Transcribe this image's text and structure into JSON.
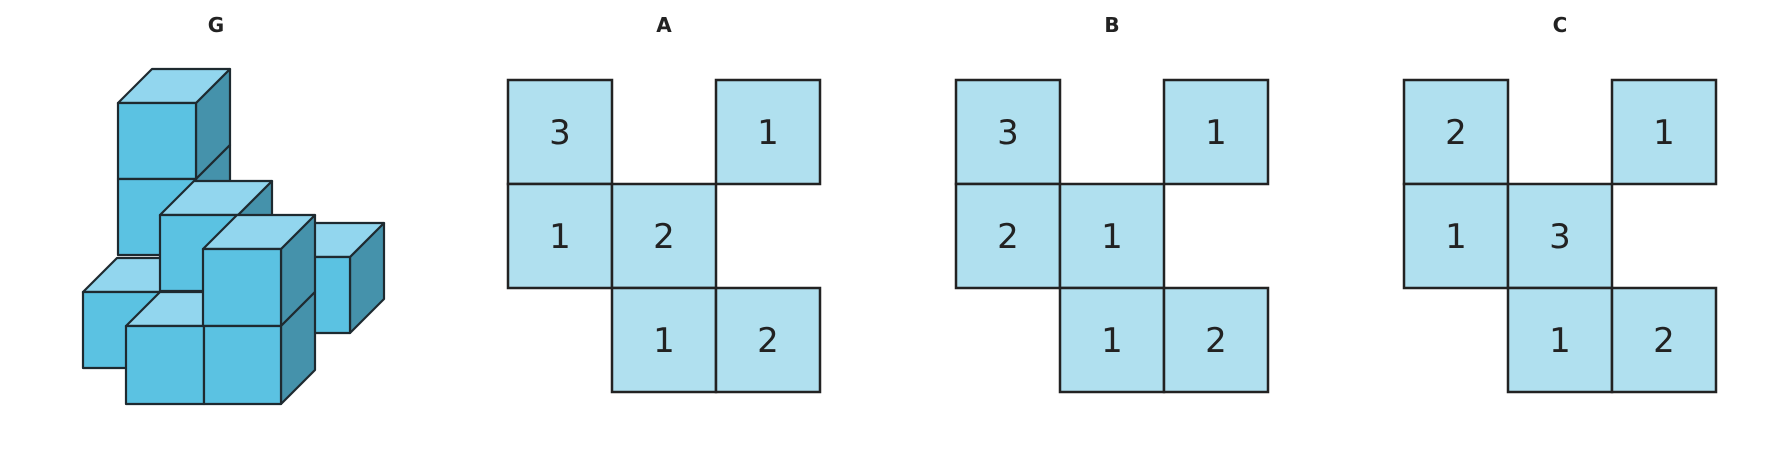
{
  "colors": {
    "cube_front": "#5bc2e2",
    "cube_top": "#92d6ee",
    "cube_side": "#4592ab",
    "grid_cell": "#b0e0ef",
    "outline": "#222222"
  },
  "figure": {
    "label": "G",
    "description_cubes": "isometric stack of unit cubes"
  },
  "options": [
    {
      "label": "A",
      "cells": [
        {
          "row": 0,
          "col": 0,
          "value": "3"
        },
        {
          "row": 0,
          "col": 2,
          "value": "1"
        },
        {
          "row": 1,
          "col": 0,
          "value": "1"
        },
        {
          "row": 1,
          "col": 1,
          "value": "2"
        },
        {
          "row": 2,
          "col": 1,
          "value": "1"
        },
        {
          "row": 2,
          "col": 2,
          "value": "2"
        }
      ]
    },
    {
      "label": "B",
      "cells": [
        {
          "row": 0,
          "col": 0,
          "value": "3"
        },
        {
          "row": 0,
          "col": 2,
          "value": "1"
        },
        {
          "row": 1,
          "col": 0,
          "value": "2"
        },
        {
          "row": 1,
          "col": 1,
          "value": "1"
        },
        {
          "row": 2,
          "col": 1,
          "value": "1"
        },
        {
          "row": 2,
          "col": 2,
          "value": "2"
        }
      ]
    },
    {
      "label": "C",
      "cells": [
        {
          "row": 0,
          "col": 0,
          "value": "2"
        },
        {
          "row": 0,
          "col": 2,
          "value": "1"
        },
        {
          "row": 1,
          "col": 0,
          "value": "1"
        },
        {
          "row": 1,
          "col": 1,
          "value": "3"
        },
        {
          "row": 2,
          "col": 1,
          "value": "1"
        },
        {
          "row": 2,
          "col": 2,
          "value": "2"
        }
      ]
    }
  ]
}
